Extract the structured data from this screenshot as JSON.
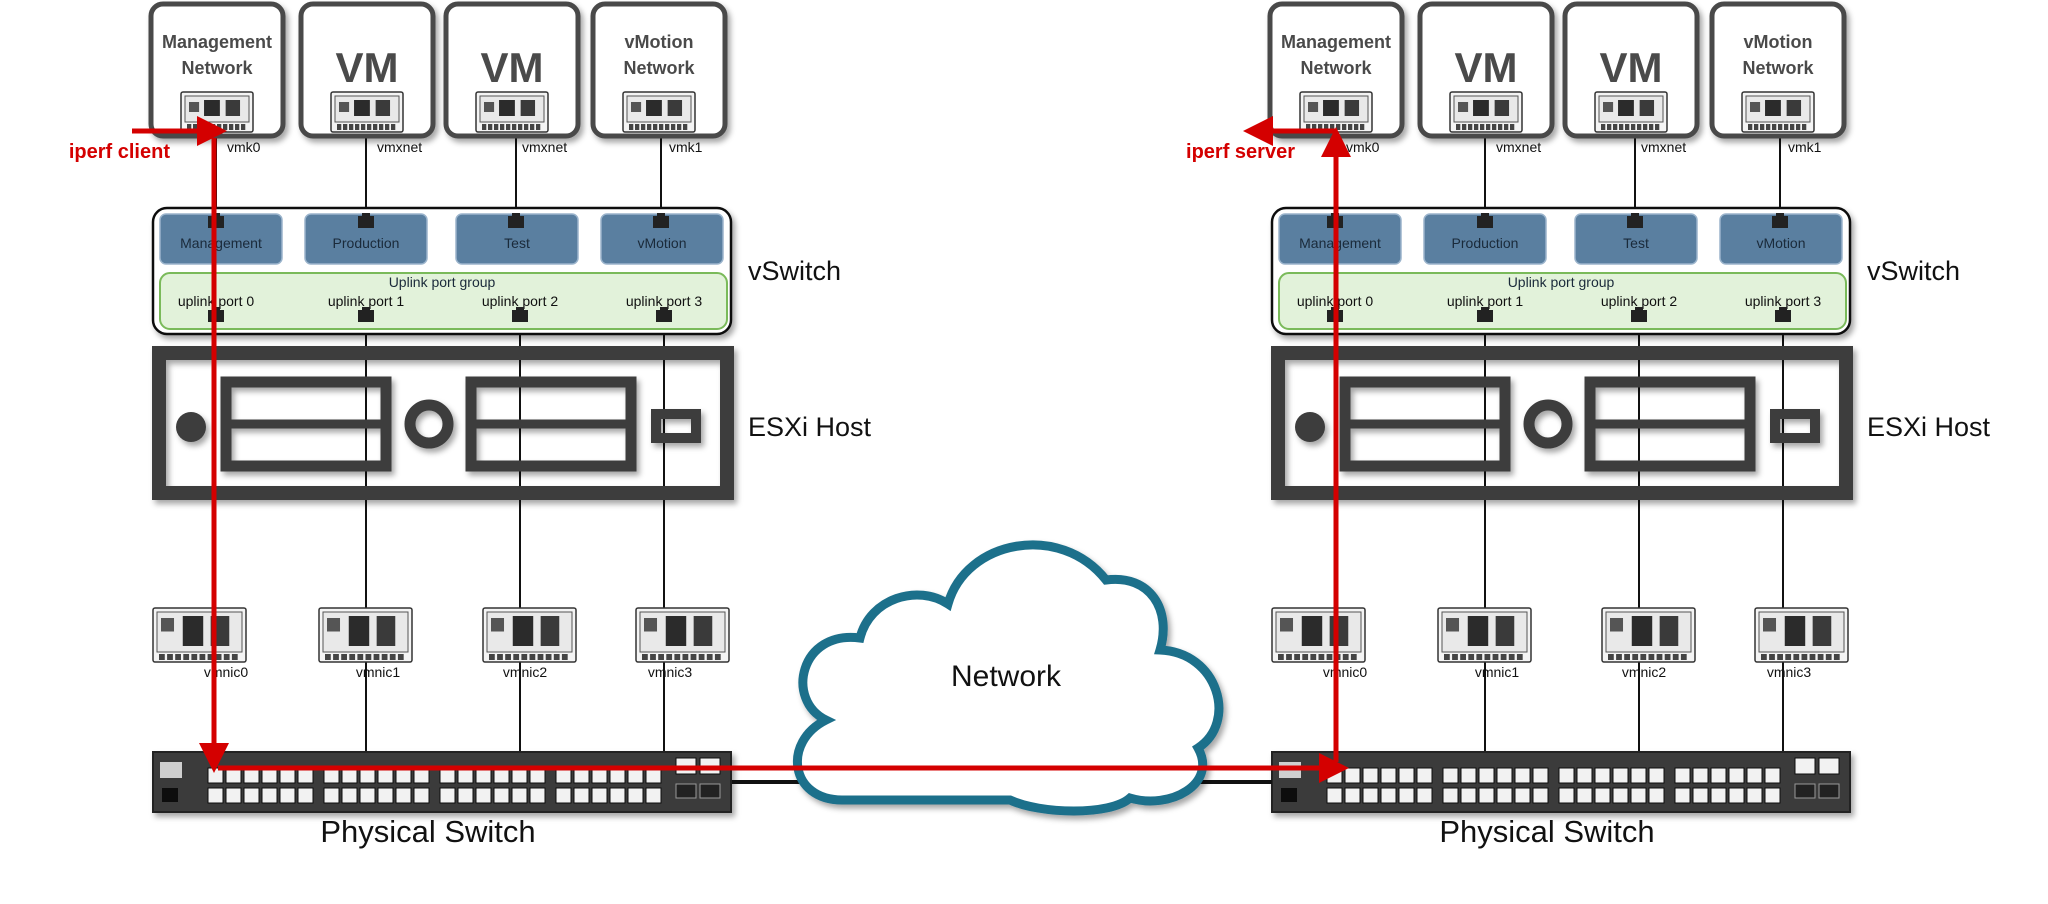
{
  "hosts": [
    {
      "top_boxes": [
        {
          "line1": "Management",
          "line2": "Network",
          "port": "vmk0"
        },
        {
          "line1": "VM",
          "line2": "",
          "port": "vmxnet"
        },
        {
          "line1": "VM",
          "line2": "",
          "port": "vmxnet"
        },
        {
          "line1": "vMotion",
          "line2": "Network",
          "port": "vmk1"
        }
      ],
      "port_groups": [
        "Management",
        "Production",
        "Test",
        "vMotion"
      ],
      "uplink_group_label": "Uplink port group",
      "uplink_ports": [
        "uplink port 0",
        "uplink port 1",
        "uplink port 2",
        "uplink port 3"
      ],
      "vswitch_label": "vSwitch",
      "esxi_label": "ESXi Host",
      "vmnics": [
        "vmnic0",
        "vmnic1",
        "vmnic2",
        "vmnic3"
      ],
      "switch_label": "Physical Switch",
      "iperf_label": "iperf client"
    },
    {
      "top_boxes": [
        {
          "line1": "Management",
          "line2": "Network",
          "port": "vmk0"
        },
        {
          "line1": "VM",
          "line2": "",
          "port": "vmxnet"
        },
        {
          "line1": "VM",
          "line2": "",
          "port": "vmxnet"
        },
        {
          "line1": "vMotion",
          "line2": "Network",
          "port": "vmk1"
        }
      ],
      "port_groups": [
        "Management",
        "Production",
        "Test",
        "vMotion"
      ],
      "uplink_group_label": "Uplink port group",
      "uplink_ports": [
        "uplink port 0",
        "uplink port 1",
        "uplink port 2",
        "uplink port 3"
      ],
      "vswitch_label": "vSwitch",
      "esxi_label": "ESXi Host",
      "vmnics": [
        "vmnic0",
        "vmnic1",
        "vmnic2",
        "vmnic3"
      ],
      "switch_label": "Physical Switch",
      "iperf_label": "iperf server"
    }
  ],
  "cloud_label": "Network",
  "colors": {
    "path": "#d40000",
    "port_group_fill": "#5a7fa0",
    "uplink_fill": "#e2f2da",
    "uplink_stroke": "#7aba5a",
    "cloud_stroke": "#1f6f8b",
    "dark": "#3d3d3d"
  }
}
